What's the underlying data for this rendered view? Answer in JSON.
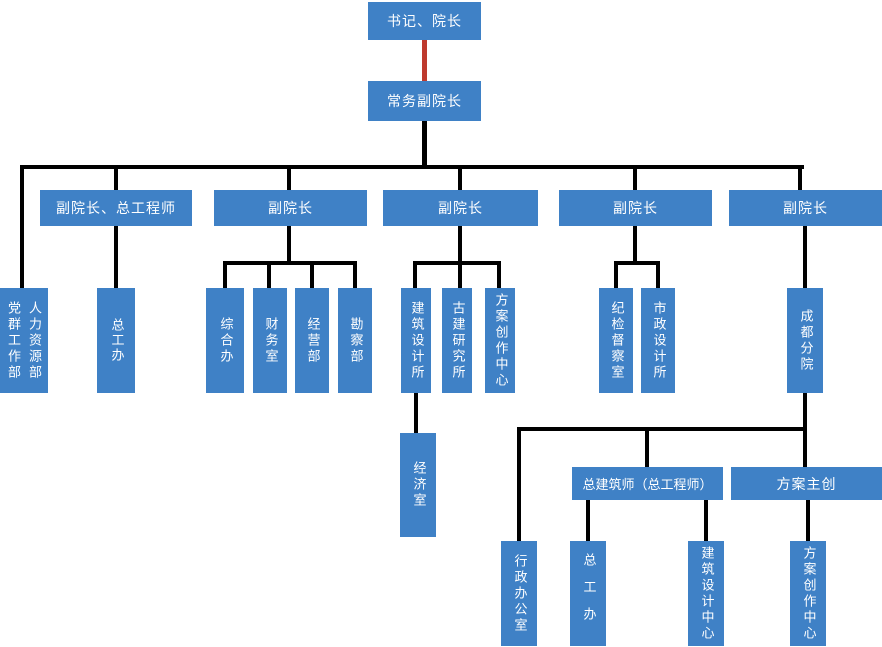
{
  "diagram_type": "org-chart",
  "colors": {
    "node_fill": "#3F81C6",
    "node_text": "#FFFFFF",
    "connector": "#000000",
    "root_connector": "#BE3A2E"
  },
  "nodes": {
    "president": {
      "label": "书记、院长"
    },
    "managing_vp": {
      "label": "常务副院长"
    },
    "party_group": {
      "label": "党群工作部"
    },
    "hr": {
      "label": "人力资源部"
    },
    "vp_chief_engineer": {
      "label": "副院长、总工程师"
    },
    "chief_eng_office": {
      "label": "总工办"
    },
    "vp2": {
      "label": "副院长"
    },
    "general_office": {
      "label": "综合办"
    },
    "finance_office": {
      "label": "财务室"
    },
    "operations_dept": {
      "label": "经营部"
    },
    "survey_dept": {
      "label": "勘察部"
    },
    "vp3": {
      "label": "副院长"
    },
    "arch_design_institute": {
      "label": "建筑设计所"
    },
    "heritage_research_institute": {
      "label": "古建研究所"
    },
    "scheme_creation_center_1": {
      "label": "方案创作中心"
    },
    "economics_office": {
      "label": "经济室"
    },
    "vp4": {
      "label": "副院长"
    },
    "discipline_inspection_office": {
      "label": "纪检督察室"
    },
    "municipal_design_institute": {
      "label": "市政设计所"
    },
    "vp5": {
      "label": "副院长"
    },
    "chengdu_branch": {
      "label": "成都分院"
    },
    "admin_office": {
      "label": "行政办公室"
    },
    "chief_architect": {
      "label": "总建筑师（总工程师）"
    },
    "chief_eng_office_2": {
      "label": "总工办"
    },
    "arch_design_center": {
      "label": "建筑设计中心"
    },
    "scheme_lead": {
      "label": "方案主创"
    },
    "scheme_creation_center_2": {
      "label": "方案创作中心"
    }
  },
  "edges": [
    {
      "from": "president",
      "to": "managing_vp",
      "style": "red"
    },
    {
      "from": "managing_vp",
      "to": "party_group"
    },
    {
      "from": "managing_vp",
      "to": "hr"
    },
    {
      "from": "managing_vp",
      "to": "vp_chief_engineer"
    },
    {
      "from": "managing_vp",
      "to": "vp2"
    },
    {
      "from": "managing_vp",
      "to": "vp3"
    },
    {
      "from": "managing_vp",
      "to": "vp4"
    },
    {
      "from": "managing_vp",
      "to": "vp5"
    },
    {
      "from": "vp_chief_engineer",
      "to": "chief_eng_office"
    },
    {
      "from": "vp2",
      "to": "general_office"
    },
    {
      "from": "vp2",
      "to": "finance_office"
    },
    {
      "from": "vp2",
      "to": "operations_dept"
    },
    {
      "from": "vp2",
      "to": "survey_dept"
    },
    {
      "from": "vp3",
      "to": "arch_design_institute"
    },
    {
      "from": "vp3",
      "to": "heritage_research_institute"
    },
    {
      "from": "vp3",
      "to": "scheme_creation_center_1"
    },
    {
      "from": "arch_design_institute",
      "to": "economics_office"
    },
    {
      "from": "vp4",
      "to": "discipline_inspection_office"
    },
    {
      "from": "vp4",
      "to": "municipal_design_institute"
    },
    {
      "from": "vp5",
      "to": "chengdu_branch"
    },
    {
      "from": "chengdu_branch",
      "to": "admin_office"
    },
    {
      "from": "chengdu_branch",
      "to": "chief_architect"
    },
    {
      "from": "chengdu_branch",
      "to": "scheme_lead"
    },
    {
      "from": "chief_architect",
      "to": "chief_eng_office_2"
    },
    {
      "from": "chief_architect",
      "to": "arch_design_center"
    },
    {
      "from": "scheme_lead",
      "to": "scheme_creation_center_2"
    }
  ]
}
